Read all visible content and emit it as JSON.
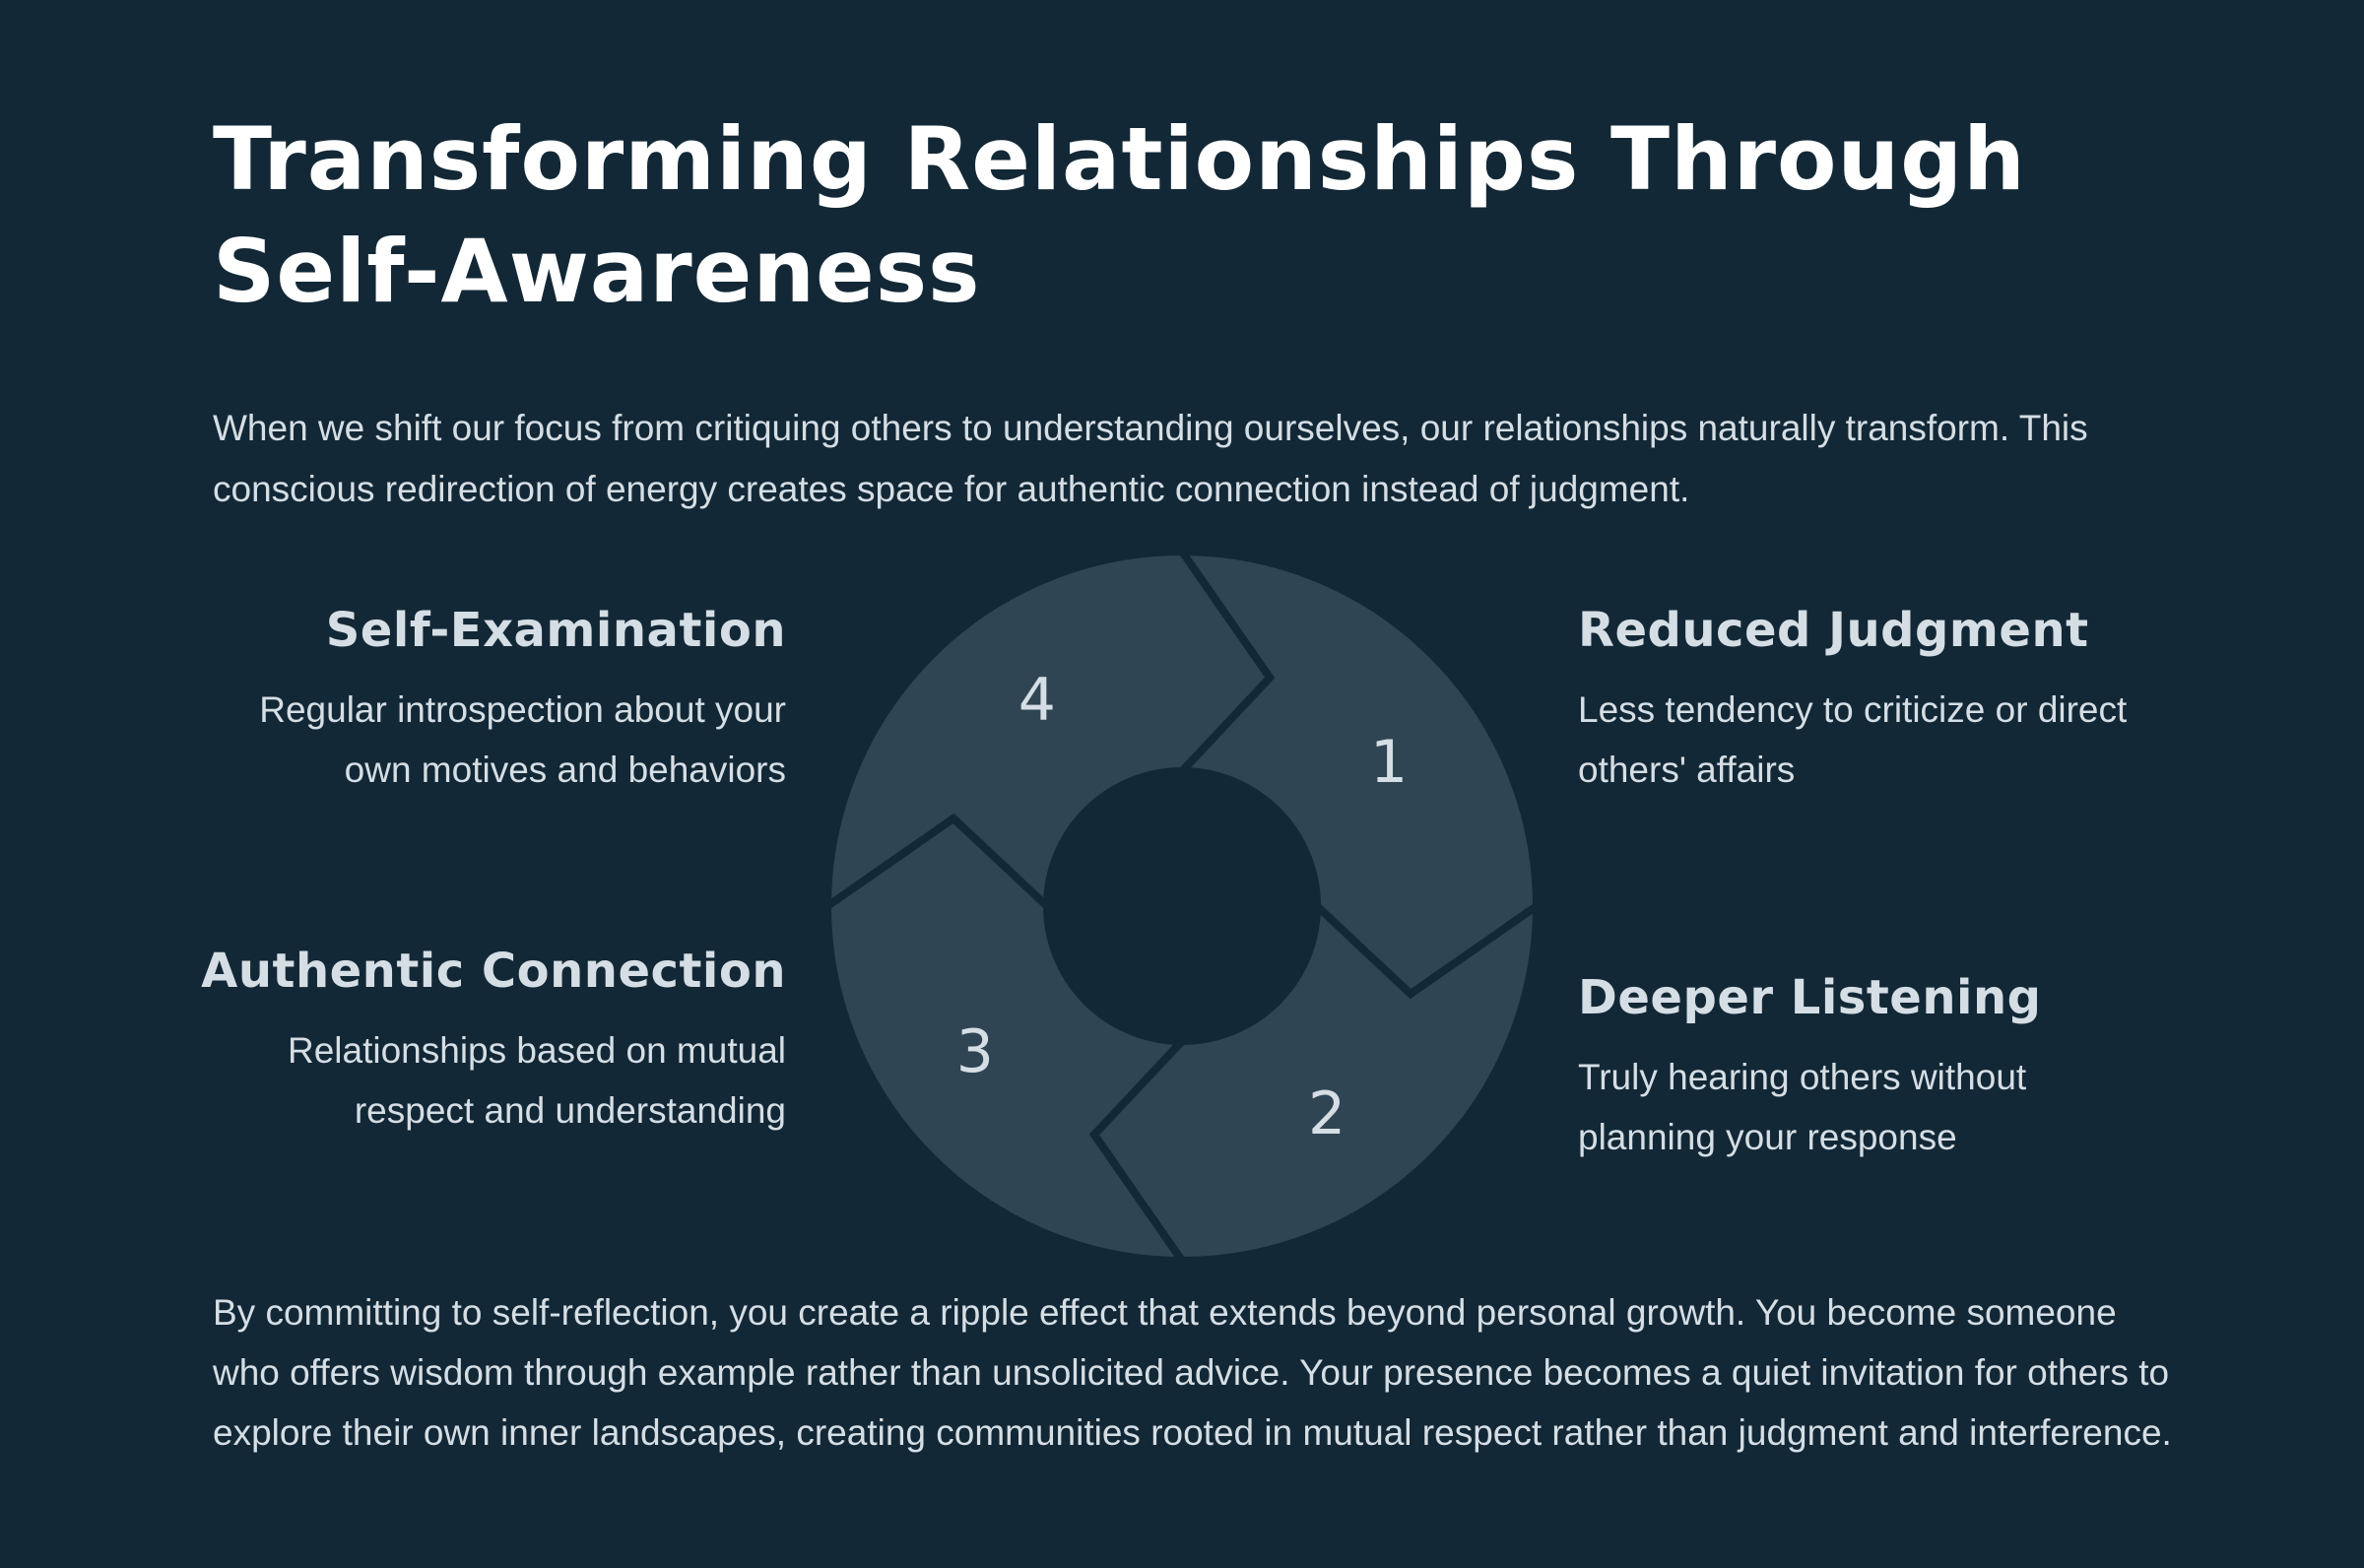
{
  "title": "Transforming Relationships Through Self-Awareness",
  "intro": "When we shift our focus from critiquing others to understanding ourselves, our relationships naturally transform. This conscious redirection of energy creates space for authentic connection instead of judgment.",
  "cycle": {
    "steps": [
      {
        "number": "1",
        "title": "Self-Examination",
        "description": "Regular introspection about your own motives and behaviors"
      },
      {
        "number": "2",
        "title": "Reduced Judgment",
        "description": "Less tendency to criticize or direct others' affairs"
      },
      {
        "number": "3",
        "title": "Deeper Listening",
        "description": "Truly hearing others without planning your response"
      },
      {
        "number": "4",
        "title": "Authentic Connection",
        "description": "Relationships based on mutual respect and understanding"
      }
    ]
  },
  "outro": "By committing to self-reflection, you create a ripple effect that extends beyond personal growth. You become someone who offers wisdom through example rather than unsolicited advice. Your presence becomes a quiet invitation for others to explore their own inner landscapes, creating communities rooted in mutual respect rather than judgment and interference.",
  "colors": {
    "background": "#132836",
    "segment": "#2f4554",
    "text": "#d5dee4",
    "title": "#ffffff"
  }
}
